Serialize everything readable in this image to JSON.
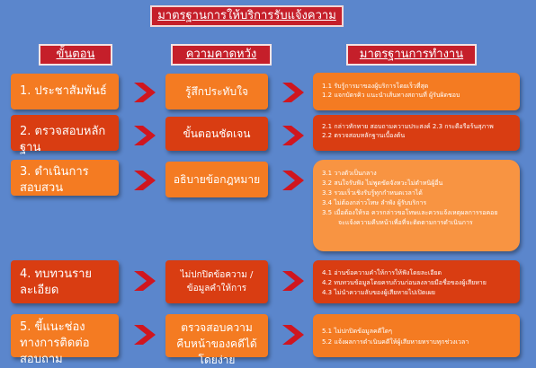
{
  "title": "มาตรฐานการให้บริการรับแจ้งความ",
  "headers": {
    "step": "ขั้นตอน",
    "expect": "ความคาดหวัง",
    "standard": "มาตรฐานการทำงาน"
  },
  "rows": [
    {
      "step": "1. ประชาสัมพันธ์",
      "expect": "รู้สึกประทับใจ",
      "standard": [
        "1.1 รับรู้การมาของผู้บริการโดยเร็วที่สุด",
        "1.2 แจกบัตรคิว แนะนำเส้นทางสถานที่ ผู้รับผิดชอบ"
      ]
    },
    {
      "step": "2. ตรวจสอบหลักฐาน",
      "expect": "ขั้นตอนชัดเจน",
      "standard": [
        "2.1 กล่าวทักทาย สอบถามความประสงค์ 2.3 กระดือรือร้นสุภาพ",
        "2.2 ตรวจสอบหลักฐานเบื้องต้น"
      ]
    },
    {
      "step": "3. ดำเนินการสอบสวน",
      "expect": "อธิบายข้อกฎหมาย",
      "standard": [
        "3.1 วางตัวเป็นกลาง",
        "3.2 สนใจรับฟัง ไม่พูดขัดจังหวะไม่ตำหนิผู้อื่น",
        "3.3 รวมเร็วเชิงรับรู้ทุกกำหนดเวลาได้",
        "3.4 ไม่ต้องกล่าวโทษ ลำพัง ผู้รับบริการ",
        "3.5 เมื่อต้องให้รอ ควรกล่าวขอโทษและควรแจ้งเหตุผลการรอคอย",
        "จะแจ้งความคืบหน้าเพื่อที่จะติดตามการดำเนินการ"
      ]
    },
    {
      "step": "4. ทบทวนรายละเอียด",
      "expect": "ไม่ปกปิดข้อความ / ข้อมูลคำให้การ",
      "standard": [
        "4.1 อ่านข้อความคำให้การให้ฟังโดยละเอียด",
        "4.2 ทบทวนข้อมูลโดยครบถ้วนก่อนลงลายมือชื่อของผู้เสียหาย",
        "4.3 ไม่นำความลับของผู้เสียหายไปเปิดเผย"
      ]
    },
    {
      "step": "5. ขี้แนะช่องทางการติดต่อสอบถาม",
      "expect": "ตรวจสอบความคืบหน้าของคดีได้โดยง่าย",
      "standard": [
        "5.1 ไม่ปกปิดข้อมูลคดีใดๆ",
        "5.2 แจ้งผลการดำเนินคดีให้ผู้เสียหายทราบทุกช่วงเวลา"
      ]
    }
  ]
}
